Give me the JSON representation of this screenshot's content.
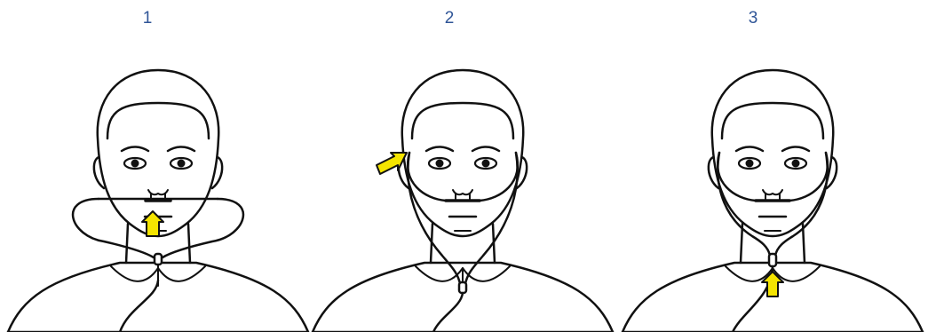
{
  "steps": [
    {
      "number": "1",
      "arrow_icon": "arrow-up-icon"
    },
    {
      "number": "2",
      "arrow_icon": "arrow-diagonal-icon"
    },
    {
      "number": "3",
      "arrow_icon": "arrow-up-icon"
    }
  ],
  "colors": {
    "step_number": "#2f5597",
    "arrow_fill": "#f4e400",
    "line": "#111111"
  }
}
